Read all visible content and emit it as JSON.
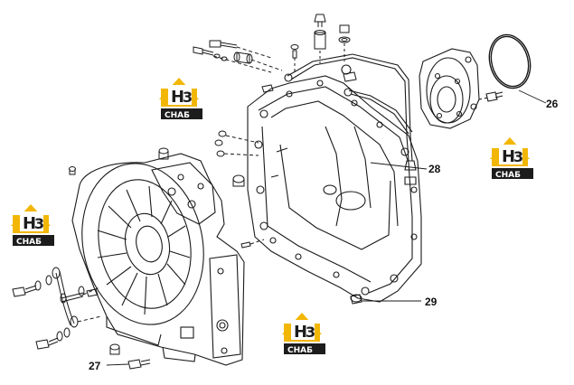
{
  "callouts": [
    {
      "id": "26",
      "label": "26"
    },
    {
      "id": "27",
      "label": "27"
    },
    {
      "id": "28",
      "label": "28"
    },
    {
      "id": "29",
      "label": "29"
    }
  ],
  "watermark": {
    "letter": "H",
    "digit": "3",
    "word": "CHAБ"
  },
  "colors": {
    "line": "#1a1a1a",
    "logo_yellow": "#f2b705",
    "logo_dark": "#1c1c1c"
  }
}
